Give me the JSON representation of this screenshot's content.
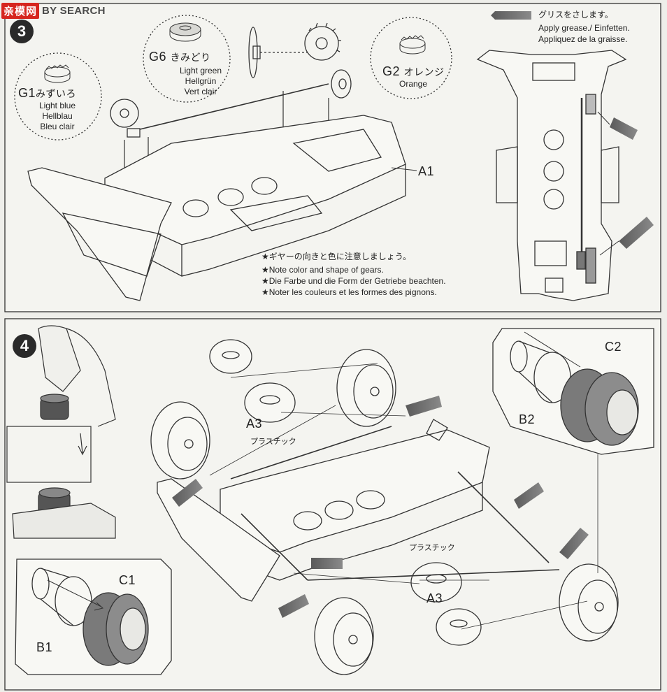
{
  "watermark": {
    "cn": "亲模网",
    "en": "BY SEARCH"
  },
  "step3": {
    "number": "3",
    "gears": {
      "g1": {
        "code": "G1",
        "jp": "みずいろ",
        "en": "Light blue",
        "de": "Hellblau",
        "fr": "Bleu clair"
      },
      "g6": {
        "code": "G6",
        "jp": "きみどり",
        "en": "Light green",
        "de": "Hellgrün",
        "fr": "Vert clair"
      },
      "g2": {
        "code": "G2",
        "jp": "オレンジ",
        "en": "Orange"
      }
    },
    "part_a1": "A1",
    "grease": {
      "jp": "グリスをさします。",
      "en": "Apply grease./ Einfetten.",
      "fr": "Appliquez de la graisse."
    },
    "notes": [
      "★ギヤーの向きと色に注意しましょう。",
      "★Note color and shape of gears.",
      "★Die Farbe und die Form der Getriebe beachten.",
      "★Noter les couleurs et les formes des pignons."
    ]
  },
  "step4": {
    "number": "4",
    "labels": {
      "a3_top": "A3",
      "a3_bottom": "A3",
      "plastic_top": "プラスチック",
      "plastic_bottom": "プラスチック",
      "b1": "B1",
      "c1": "C1",
      "b2": "B2",
      "c2": "C2"
    }
  }
}
